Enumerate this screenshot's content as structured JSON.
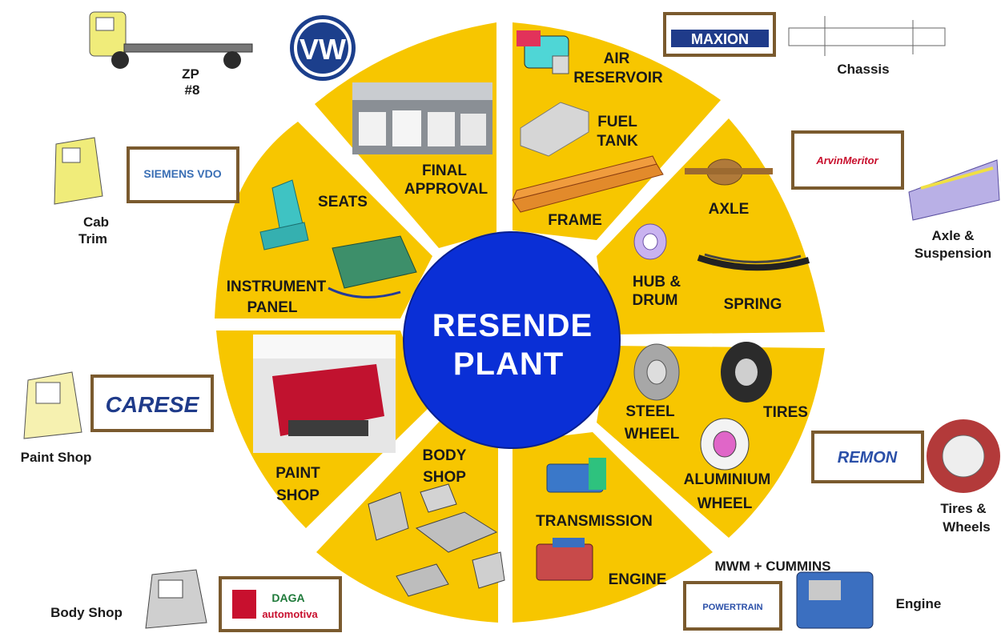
{
  "center": {
    "line1": "RESENDE",
    "line2": "PLANT"
  },
  "segments": [
    {
      "id": "final-approval",
      "label_lines": [
        "FINAL",
        "APPROVAL"
      ]
    },
    {
      "id": "chassis",
      "labels": [
        "AIR",
        "RESERVOIR",
        "FUEL",
        "TANK",
        "FRAME"
      ]
    },
    {
      "id": "axle",
      "labels": [
        "AXLE",
        "HUB &",
        "DRUM",
        "SPRING"
      ]
    },
    {
      "id": "wheels",
      "labels": [
        "STEEL",
        "WHEEL",
        "TIRES",
        "ALUMINIUM",
        "WHEEL"
      ]
    },
    {
      "id": "powertrain",
      "labels": [
        "TRANSMISSION",
        "ENGINE"
      ]
    },
    {
      "id": "body-shop",
      "label_lines": [
        "BODY",
        "SHOP"
      ]
    },
    {
      "id": "paint-shop",
      "label_lines": [
        "PAINT",
        "SHOP"
      ]
    },
    {
      "id": "cab-trim",
      "labels": [
        "SEATS",
        "INSTRUMENT",
        "PANEL"
      ]
    }
  ],
  "outer": {
    "zp": {
      "lines": [
        "ZP",
        "#8"
      ]
    },
    "chassis": {
      "label": "Chassis",
      "supplier": "MAXION"
    },
    "cab_trim": {
      "lines": [
        "Cab",
        "Trim"
      ],
      "supplier": "SIEMENS VDO"
    },
    "axle_susp": {
      "lines": [
        "Axle &",
        "Suspension"
      ],
      "supplier": "ArvinMeritor"
    },
    "paint_shop": {
      "label": "Paint Shop",
      "supplier": "CARESE"
    },
    "tires_wheels": {
      "lines": [
        "Tires &",
        "Wheels"
      ],
      "supplier": "REMON"
    },
    "body_shop": {
      "label": "Body Shop",
      "supplier_line1": "DAGA",
      "supplier_line2": "automotiva"
    },
    "engine": {
      "label": "Engine",
      "group": "MWM + CUMMINS",
      "supplier": "POWERTRAIN"
    },
    "vw": {
      "letters": "VW"
    }
  },
  "colors": {
    "wheel_yellow": "#f7c600",
    "hub_blue": "#0a2fd6",
    "hub_text": "#ffffff",
    "frame_brown": "#7a5a2e"
  }
}
